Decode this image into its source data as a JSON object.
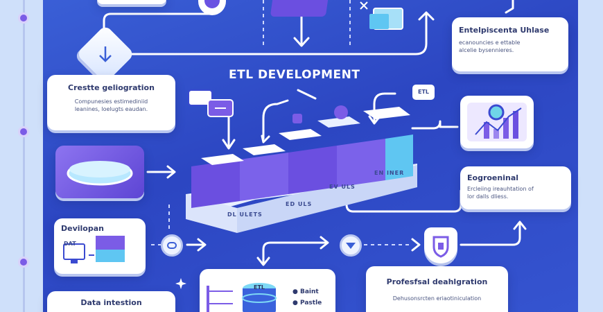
{
  "title": "ETL DEVELOPMENT",
  "cards": {
    "top_right": {
      "title": "Entelpiscenta Uhlase",
      "text": "ecanouncies e ettable\nalcelie bysennieres."
    },
    "create": {
      "title": "Crestte geliogration",
      "text": "Compunesies estimediniid\nleanines, loelugts eaudan."
    },
    "right_mid": {
      "title": "Eogroeninal",
      "text": "Ercleiing ireauhtation of\nlor dalls dliess."
    },
    "develop": {
      "title": "Devilopan"
    },
    "data_intestion": {
      "title": "Data intestion"
    },
    "professional": {
      "title": "Profesfsal deahlgration",
      "text": "Dehusonsrcten eriaotiniculation"
    },
    "bottom_center": {
      "items": [
        "Baint",
        "Pastle"
      ],
      "icon_label": "ETL"
    }
  },
  "platform_labels": [
    "DL ULETS",
    "ED ULS",
    "EV ULS",
    "EN INER"
  ],
  "icon_labels": {
    "etl_small": "ETL",
    "dat": "DAT"
  },
  "colors": {
    "panel": "#2c46c2",
    "accent_purple": "#7b5ce6",
    "cube_light": "#e9f0ff",
    "cube_purple": "#6b4fe0"
  },
  "icons": [
    "down-arrow-icon",
    "graph-node-icon",
    "chart-icon",
    "shield-icon",
    "database-icon",
    "monitor-icon",
    "cube-icon"
  ]
}
